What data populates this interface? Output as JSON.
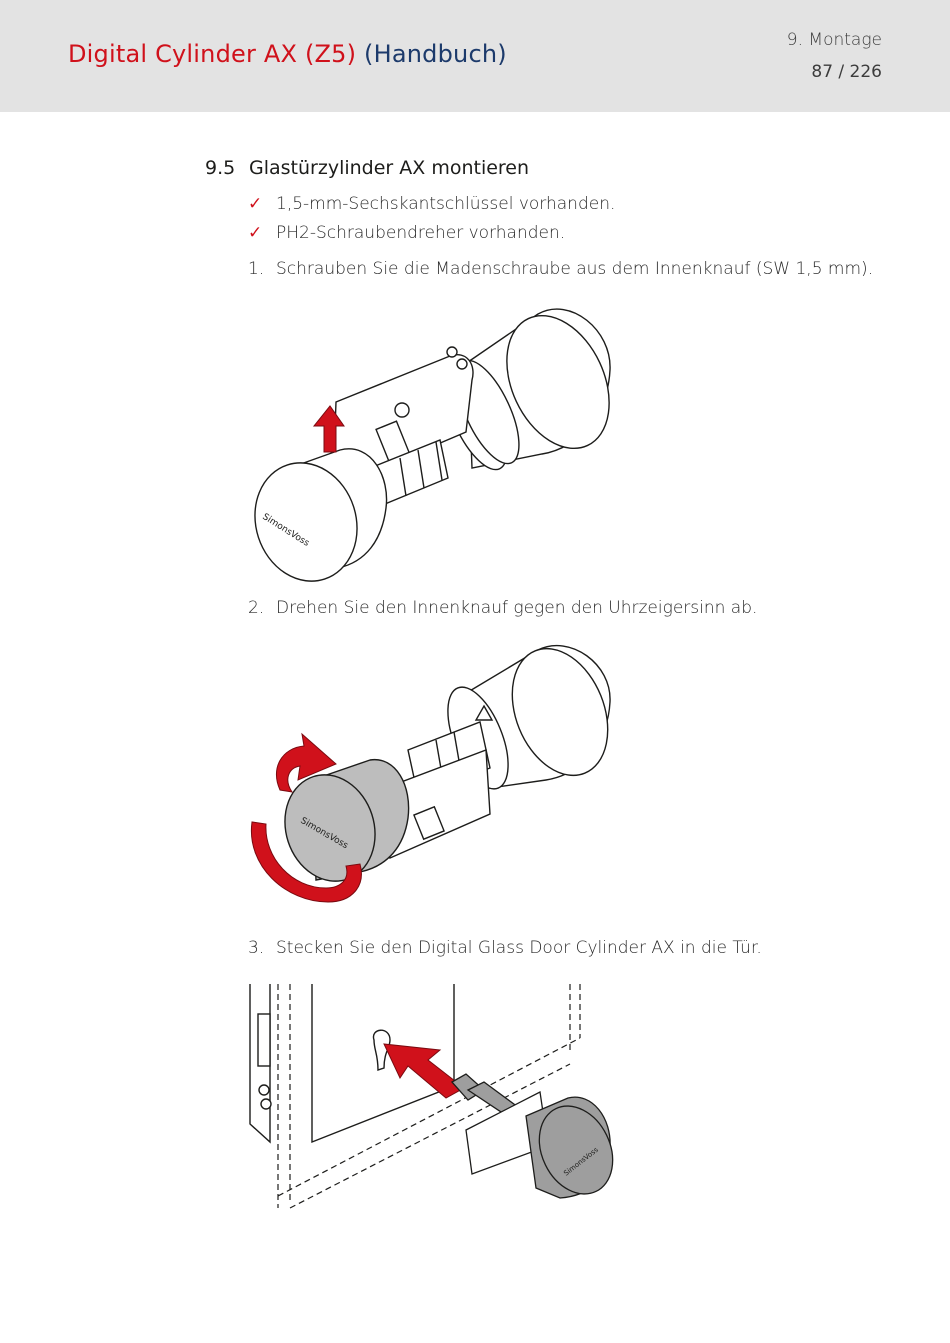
{
  "header": {
    "title_main": "Digital Cylinder AX (Z5)",
    "title_sub": "(Handbuch)",
    "chapter": "9. Montage",
    "page": "87 / 226"
  },
  "section": {
    "number": "9.5",
    "title": "Glastürzylinder AX montieren"
  },
  "requirements": [
    {
      "marker": "✓",
      "text": "1,5-mm-Sechskantschlüssel vorhanden."
    },
    {
      "marker": "✓",
      "text": "PH2-Schraubendreher vorhanden."
    }
  ],
  "steps": [
    {
      "marker": "1.",
      "text": "Schrauben Sie die Madenschraube aus dem Innenknauf (SW 1,5 mm)."
    },
    {
      "marker": "2.",
      "text": "Drehen Sie den Innenknauf gegen den Uhrzeigersinn ab."
    },
    {
      "marker": "3.",
      "text": "Stecken Sie den Digital Glass Door Cylinder AX in die Tür."
    }
  ],
  "brand_mark": "SimonsVoss",
  "colors": {
    "accent_red": "#d0111b",
    "title_blue": "#1c3a6b",
    "header_bg": "#e3e3e3"
  }
}
